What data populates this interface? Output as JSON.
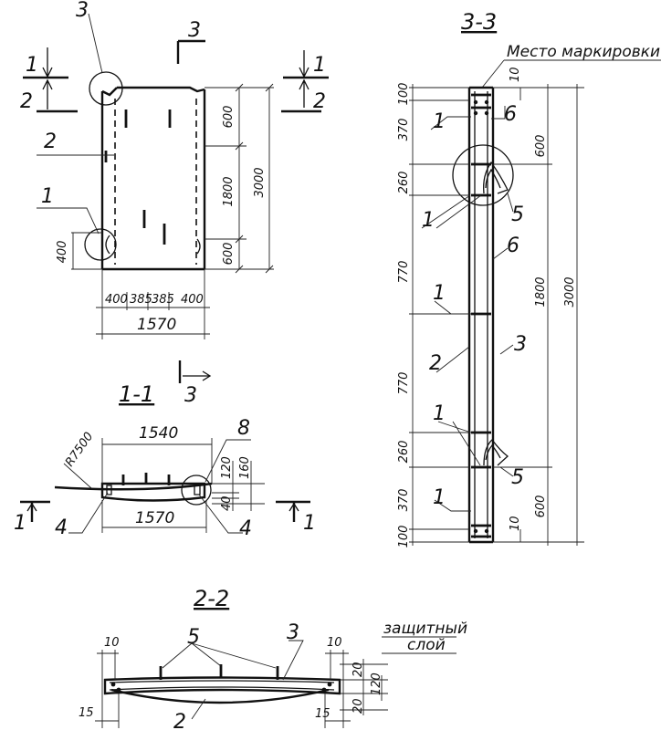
{
  "front_view": {
    "cut_label": "3",
    "section_markers": {
      "a": "1",
      "b": "2"
    },
    "callout_3": "3",
    "callout_2": "2",
    "callout_1": "1",
    "dims": {
      "top_600": "600",
      "mid_1800": "1800",
      "total_3000": "3000",
      "bottom_600": "600",
      "left_400": "400",
      "w1": "400",
      "w2": "385",
      "w3": "385",
      "w4": "400",
      "overall_width": "1570"
    },
    "bottom_cut": "3"
  },
  "section_1_1": {
    "title": "1-1",
    "radius": "R7500",
    "top_width": "1540",
    "bottom_width": "1570",
    "dims": {
      "d120": "120",
      "d160": "160",
      "d40": "40"
    },
    "callout_8": "8",
    "callout_4_left": "4",
    "callout_4_right": "4",
    "cut_left": "1",
    "cut_right": "1"
  },
  "section_3_3": {
    "title": "3-3",
    "marking_place": "Место маркировки",
    "left_dims": [
      "100",
      "370",
      "260",
      "770",
      "770",
      "260",
      "370",
      "100"
    ],
    "right_top_10": "10",
    "right_bottom_10": "10",
    "right_600_top": "600",
    "right_600_bottom": "600",
    "right_1800": "1800",
    "right_3000": "3000",
    "callouts": {
      "c1": "1",
      "c2": "2",
      "c3": "3",
      "c5": "5",
      "c6": "6"
    }
  },
  "section_2_2": {
    "title": "2-2",
    "protective_layer_line1": "защитный",
    "protective_layer_line2": "слой",
    "dims": {
      "left_10": "10",
      "right_10": "10",
      "left_15": "15",
      "right_15": "15",
      "d20_top": "20",
      "d20_bot": "20",
      "d120": "120"
    },
    "callout_5": "5",
    "callout_3": "3",
    "callout_2": "2"
  }
}
